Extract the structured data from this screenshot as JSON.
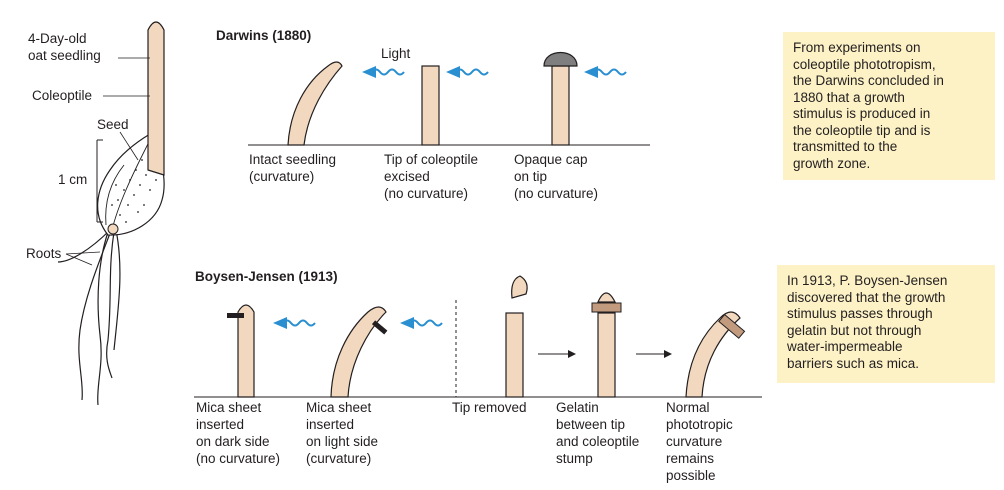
{
  "seedling": {
    "age_label_1": "4-Day-old",
    "age_label_2": "oat seedling",
    "coleoptile": "Coleoptile",
    "seed": "Seed",
    "scale": "1 cm",
    "roots": "Roots"
  },
  "darwin": {
    "heading": "Darwins (1880)",
    "light": "Light",
    "panels": [
      {
        "lines": [
          "Intact seedling",
          "(curvature)"
        ]
      },
      {
        "lines": [
          "Tip of coleoptile",
          "excised",
          "(no curvature)"
        ]
      },
      {
        "lines": [
          "Opaque cap",
          "on tip",
          "(no curvature)"
        ]
      }
    ],
    "note": [
      "From experiments on",
      "coleoptile phototropism,",
      "the Darwins concluded in",
      "1880 that a growth",
      "stimulus is produced in",
      "the coleoptile tip and is",
      "transmitted to the",
      "growth zone."
    ]
  },
  "boysen": {
    "heading": "Boysen-Jensen (1913)",
    "panels": [
      {
        "lines": [
          "Mica sheet",
          "inserted",
          "on dark side",
          "(no curvature)"
        ]
      },
      {
        "lines": [
          "Mica sheet",
          "inserted",
          "on light side",
          "(curvature)"
        ]
      },
      {
        "lines": [
          "Tip removed"
        ]
      },
      {
        "lines": [
          "Gelatin",
          "between tip",
          "and coleoptile",
          "stump"
        ]
      },
      {
        "lines": [
          "Normal",
          "phototropic",
          "curvature",
          "remains",
          "possible"
        ]
      }
    ],
    "note": [
      "In 1913, P. Boysen-Jensen",
      "discovered that the growth",
      "stimulus passes through",
      "gelatin but not through",
      "water-impermeable",
      "barriers such as mica."
    ]
  },
  "colors": {
    "coleoptile_fill": "#f1d8bf",
    "outline": "#231f20",
    "light_wave": "#2a8fd0",
    "cap": "#7f7f7f",
    "gelatin": "#c29b7e",
    "note_bg": "#fdf2c6"
  }
}
